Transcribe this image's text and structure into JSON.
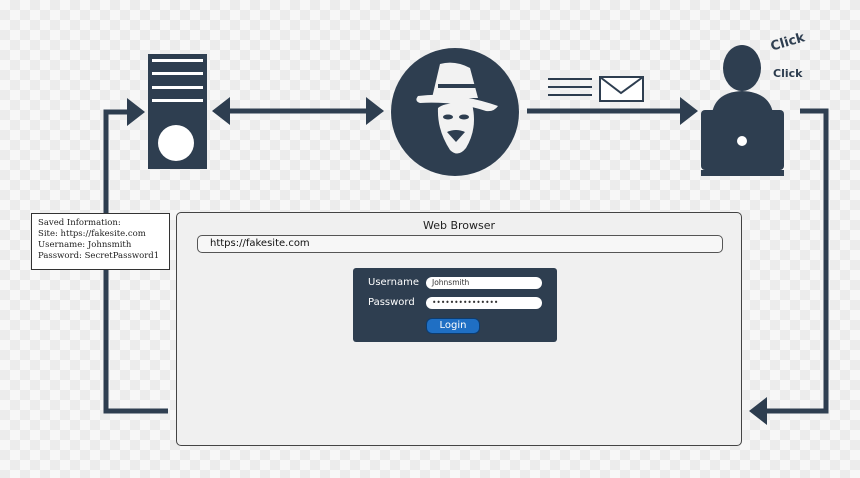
{
  "colors": {
    "navy": "#2e3e50",
    "button_blue": "#1f6fc4"
  },
  "icons": {
    "server": "server-icon",
    "hacker": "anonymous-hacker-icon",
    "email": "envelope-icon",
    "user": "user-with-laptop-icon"
  },
  "click_text": {
    "first": "Click",
    "second": "Click"
  },
  "browser": {
    "title": "Web Browser",
    "url": "https://fakesite.com",
    "login": {
      "username_label": "Username",
      "username_value": "Johnsmith",
      "password_label": "Password",
      "password_value": "•••••••••••••••",
      "button_label": "Login"
    }
  },
  "saved_info": {
    "line1": "Saved Information:",
    "line2": "Site: https://fakesite.com",
    "line3": "Username: Johnsmith",
    "line4": "Password: SecretPassword1"
  }
}
